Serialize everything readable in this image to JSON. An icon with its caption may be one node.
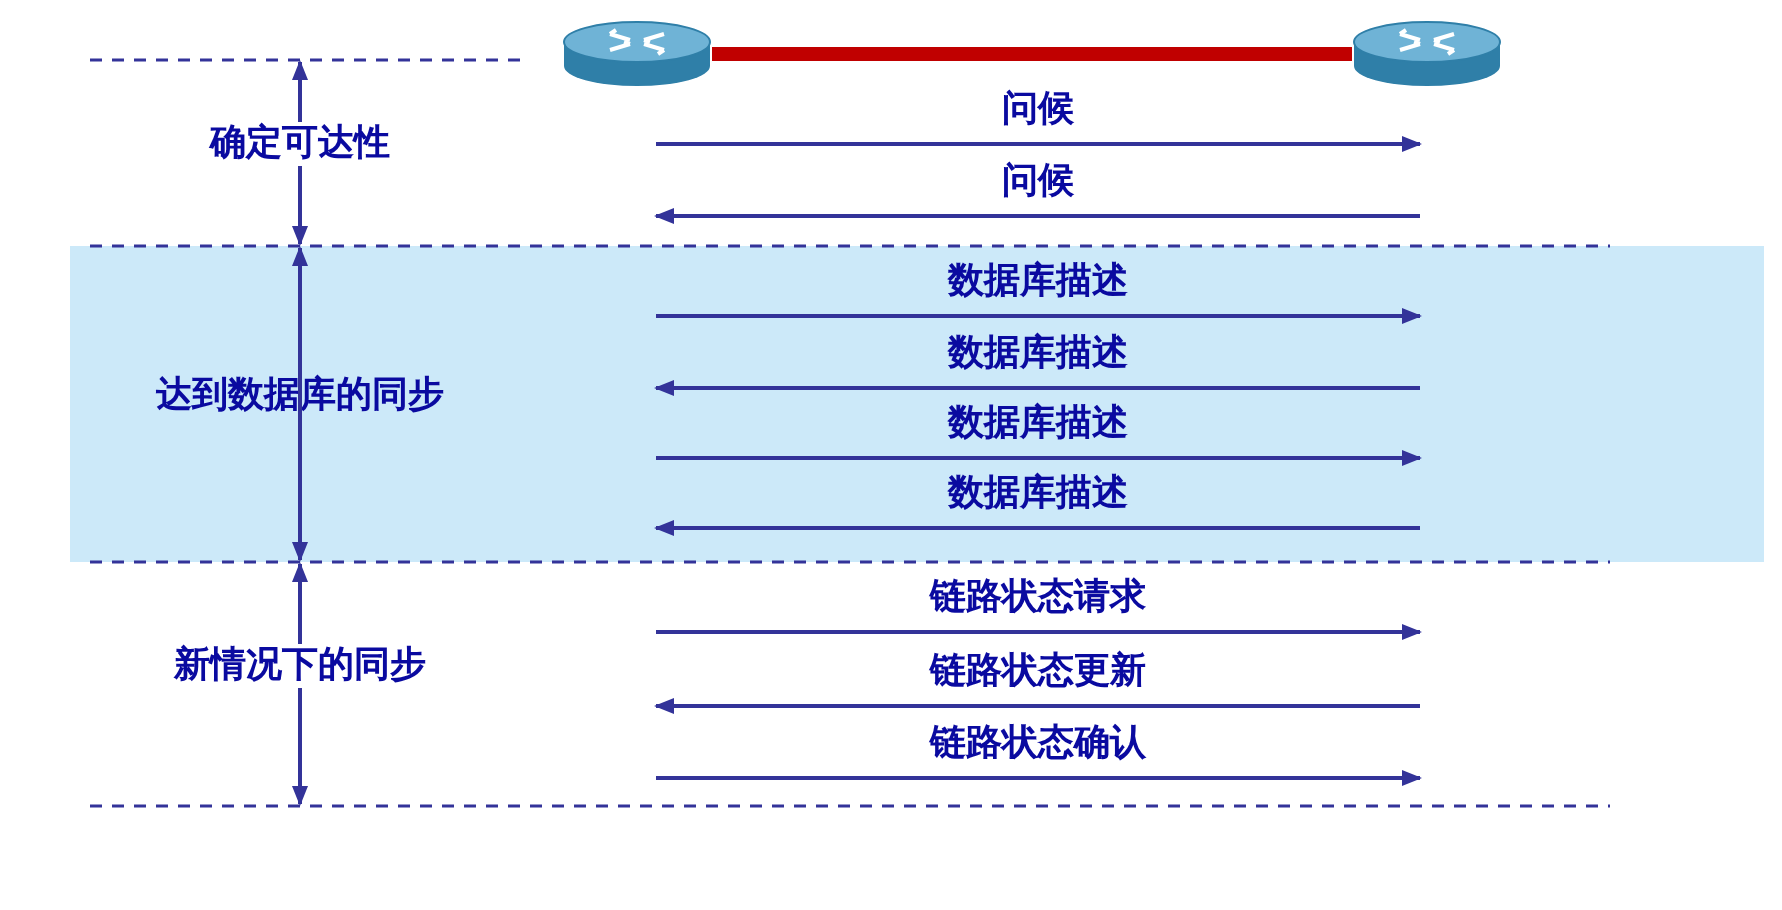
{
  "diagram": {
    "nodes": [
      {
        "text": [],
        "shape": "cylinder"
      },
      {
        "text": [],
        "shape": "cylinder"
      },
      {
        "text": [
          "达到数据库的同步"
        ]
      }
    ],
    "edges": [
      {
        "from": 0,
        "to": 1,
        "arrow": "none",
        "color": "#c00000"
      }
    ],
    "labels": [
      "问候",
      "确定可达性",
      "问候",
      "数据库描述",
      "数据库描述",
      "数据库描述",
      "数据库描述",
      "链路状态请求",
      "新情况下的同步",
      "链路状态更新",
      "链路状态确认"
    ]
  }
}
